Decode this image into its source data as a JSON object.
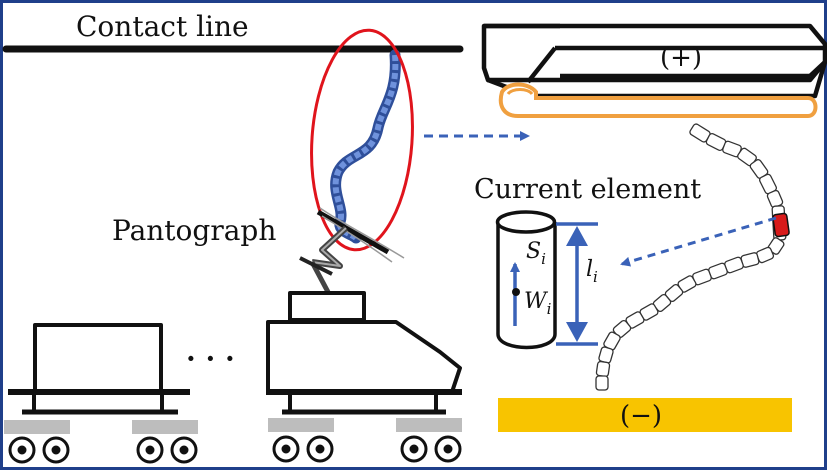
{
  "labels": {
    "contact_line": "Contact line",
    "pantograph": "Pantograph",
    "current_element": "Current element",
    "positive_electrode": "(+)",
    "negative_electrode": "(−)",
    "ellipsis": "· · ·"
  },
  "symbols": {
    "s_base": "S",
    "s_sub": "i",
    "w_base": "W",
    "w_sub": "i",
    "l_base": "l",
    "l_sub": "i"
  },
  "colors": {
    "frame": "#1f3f8a",
    "arc_blue": "#3a62b8",
    "highlight_red": "#e0141c",
    "electrode_orange": "#f0a040",
    "negative_yellow": "#f8c400",
    "wheel_pad_gray": "#bdbdbd",
    "element_red": "#d81a1a"
  }
}
